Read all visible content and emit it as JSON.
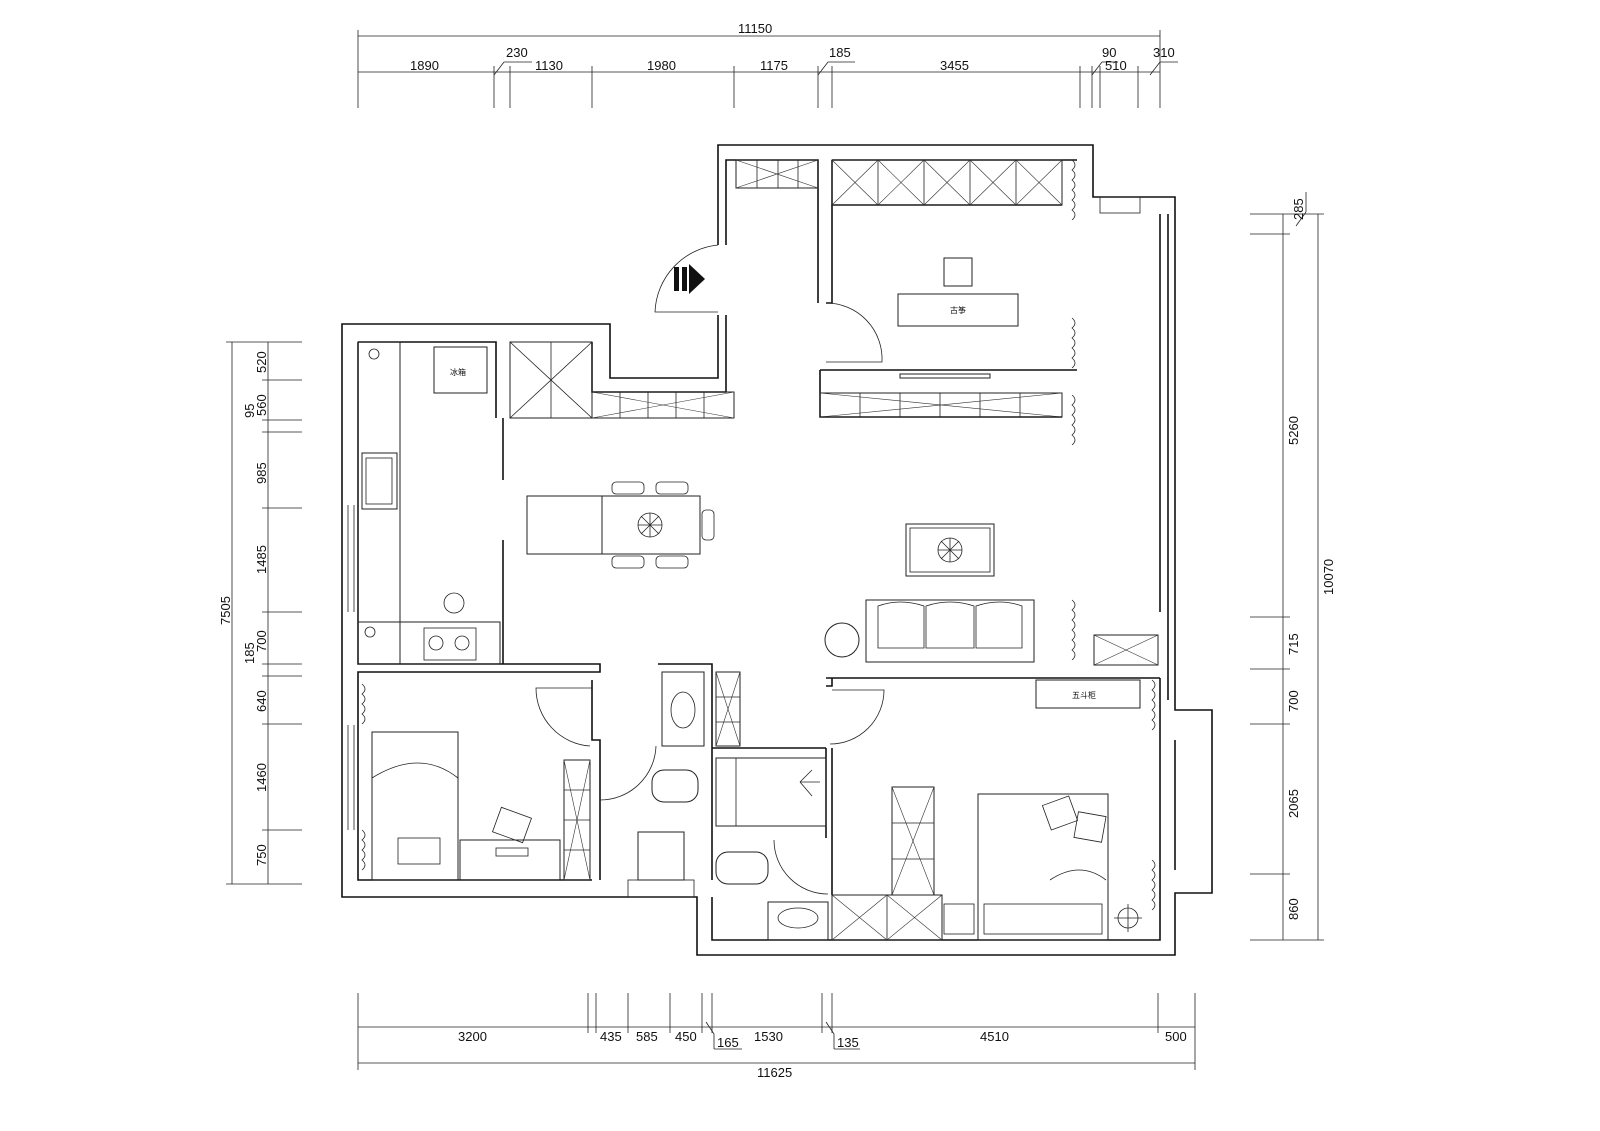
{
  "dimensions": {
    "top": {
      "total": "11150",
      "segments": [
        "1890",
        "230",
        "1130",
        "1980",
        "1175",
        "185",
        "3455",
        "90",
        "510",
        "310"
      ]
    },
    "bottom": {
      "total": "11625",
      "segments": [
        "3200",
        "435",
        "585",
        "450",
        "165",
        "1530",
        "135",
        "4510",
        "500"
      ]
    },
    "left": {
      "total": "7505",
      "segments": [
        "520",
        "95",
        "560",
        "985",
        "1485",
        "700",
        "185",
        "640",
        "1460",
        "750"
      ]
    },
    "right": {
      "total": "10070",
      "segments": [
        "285",
        "5260",
        "715",
        "700",
        "2065",
        "860"
      ]
    }
  },
  "labels": {
    "kitchen_appliance": "冰箱",
    "tv_cabinet": "古筝",
    "bedroom_cabinet": "五斗柜"
  },
  "colors": {
    "line": "#111111",
    "background": "#ffffff"
  }
}
